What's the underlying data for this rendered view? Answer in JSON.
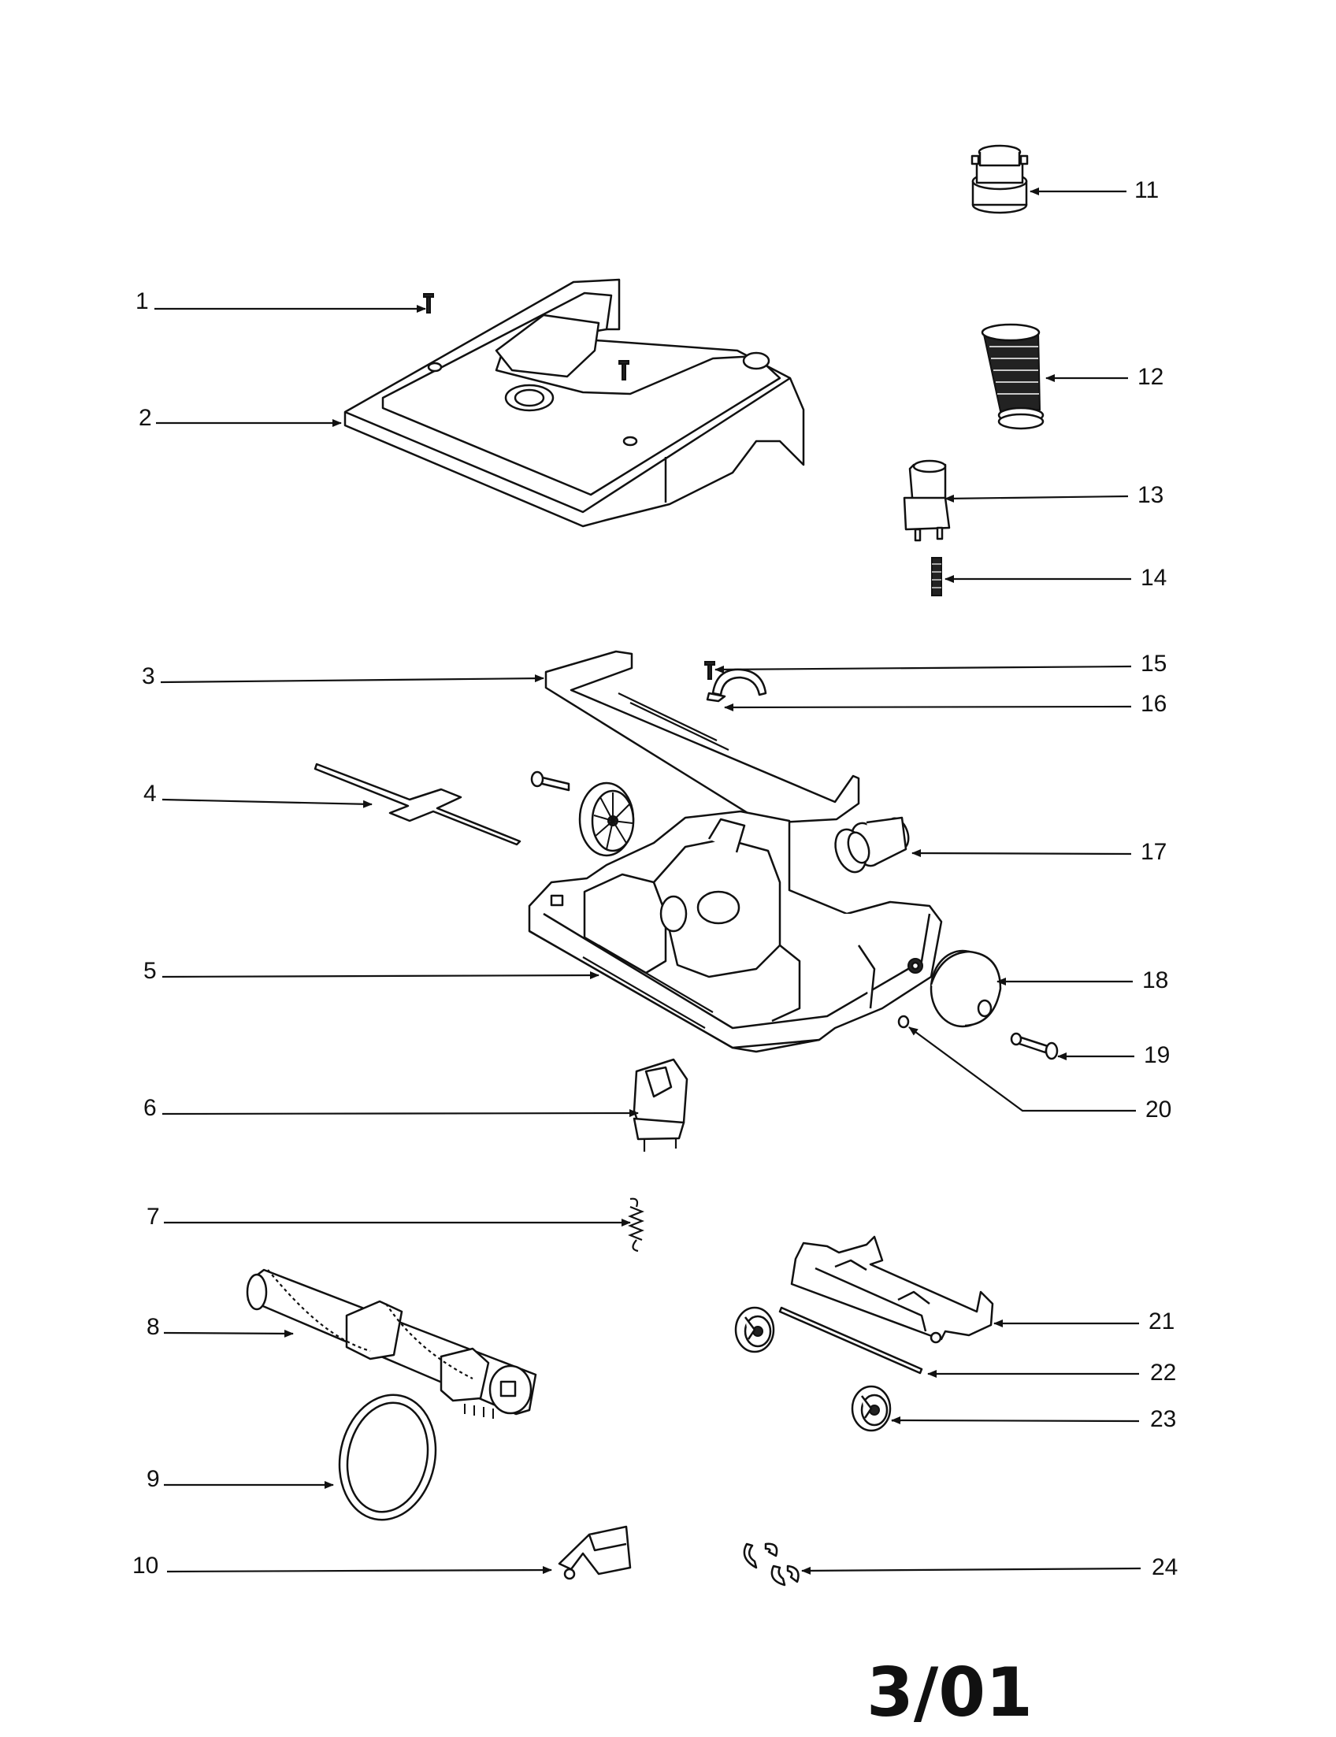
{
  "callouts": [
    {
      "id": "1",
      "label": "1"
    },
    {
      "id": "2",
      "label": "2"
    },
    {
      "id": "3",
      "label": "3"
    },
    {
      "id": "4",
      "label": "4"
    },
    {
      "id": "5",
      "label": "5"
    },
    {
      "id": "6",
      "label": "6"
    },
    {
      "id": "7",
      "label": "7"
    },
    {
      "id": "8",
      "label": "8"
    },
    {
      "id": "9",
      "label": "9"
    },
    {
      "id": "10",
      "label": "10"
    },
    {
      "id": "11",
      "label": "11"
    },
    {
      "id": "12",
      "label": "12"
    },
    {
      "id": "13",
      "label": "13"
    },
    {
      "id": "14",
      "label": "14"
    },
    {
      "id": "15",
      "label": "15"
    },
    {
      "id": "16",
      "label": "16"
    },
    {
      "id": "17",
      "label": "17"
    },
    {
      "id": "18",
      "label": "18"
    },
    {
      "id": "19",
      "label": "19"
    },
    {
      "id": "20",
      "label": "20"
    },
    {
      "id": "21",
      "label": "21"
    },
    {
      "id": "22",
      "label": "22"
    },
    {
      "id": "23",
      "label": "23"
    },
    {
      "id": "24",
      "label": "24"
    }
  ],
  "page_code": "3/01",
  "colors": {
    "ink": "#111111",
    "paper": "#ffffff"
  }
}
